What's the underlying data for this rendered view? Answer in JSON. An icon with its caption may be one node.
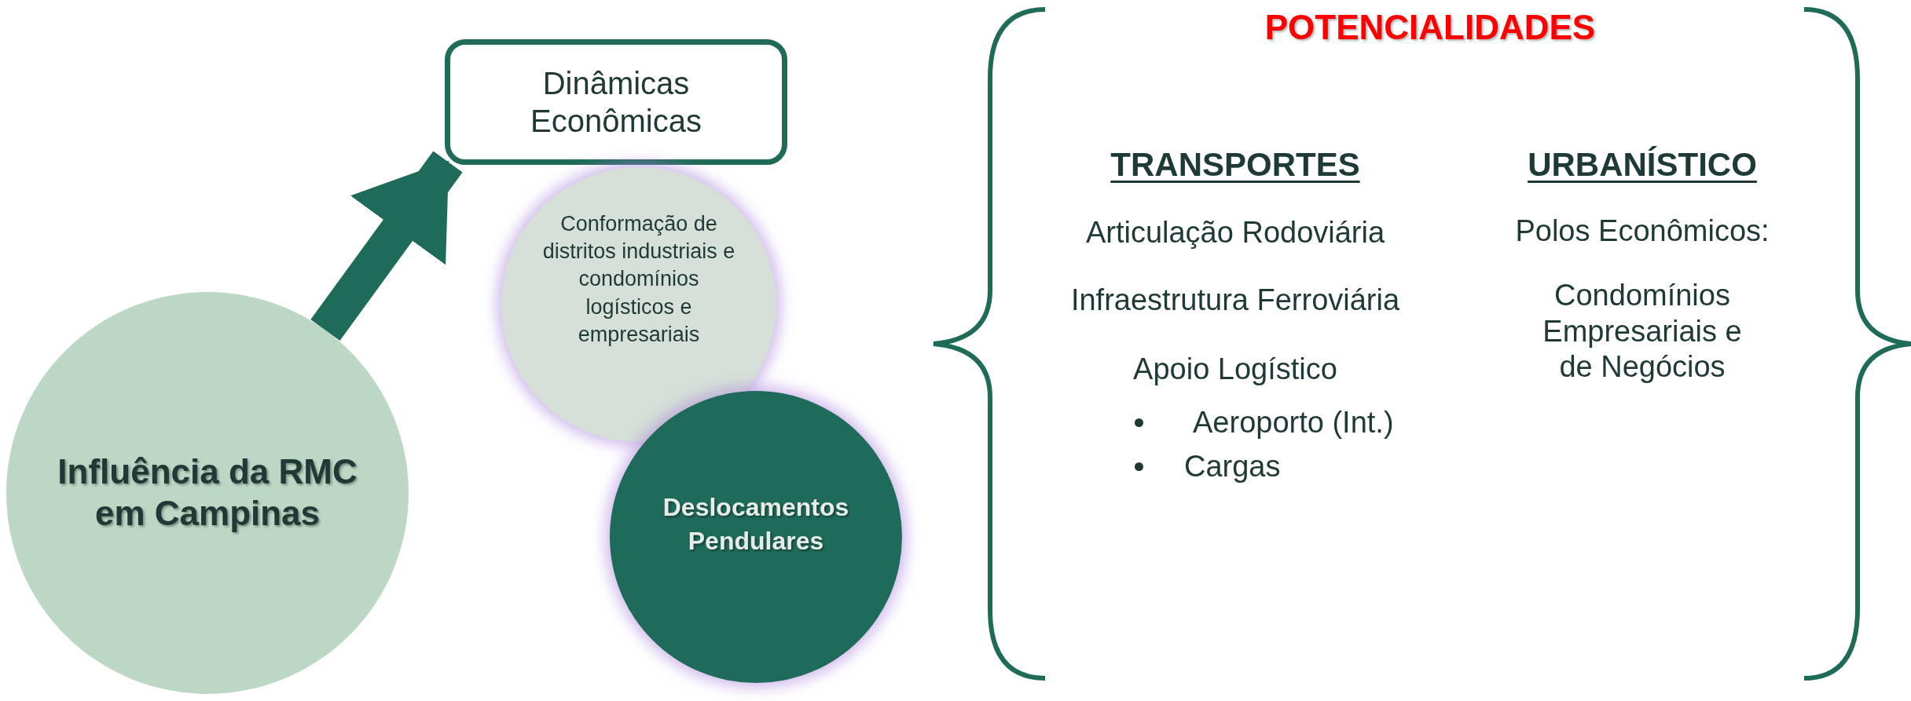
{
  "diagram": {
    "title": "POTENCIALIDADES",
    "nodes": [
      {
        "text": [
          "Influência da RMC em Campinas"
        ]
      },
      {
        "text": [
          "Dinâmicas Econômicas"
        ]
      },
      {
        "text": [
          "Conformação de distritos industriais e condomínios logísticos e empresariais"
        ]
      },
      {
        "text": [
          "Deslocamentos Pendulares"
        ]
      }
    ],
    "edges": [
      {
        "from": 0,
        "to": 1,
        "arrow": "to"
      }
    ],
    "labels": [
      "TRANSPORTES",
      "Articulação Rodoviária",
      "Infraestrutura Ferroviária",
      "Apoio Logístico",
      "Aeroporto (Int.)",
      "Cargas",
      "URBANÍSTICO",
      "Polos Econômicos:",
      "Condomínios Empresariais e de Negócios"
    ]
  }
}
